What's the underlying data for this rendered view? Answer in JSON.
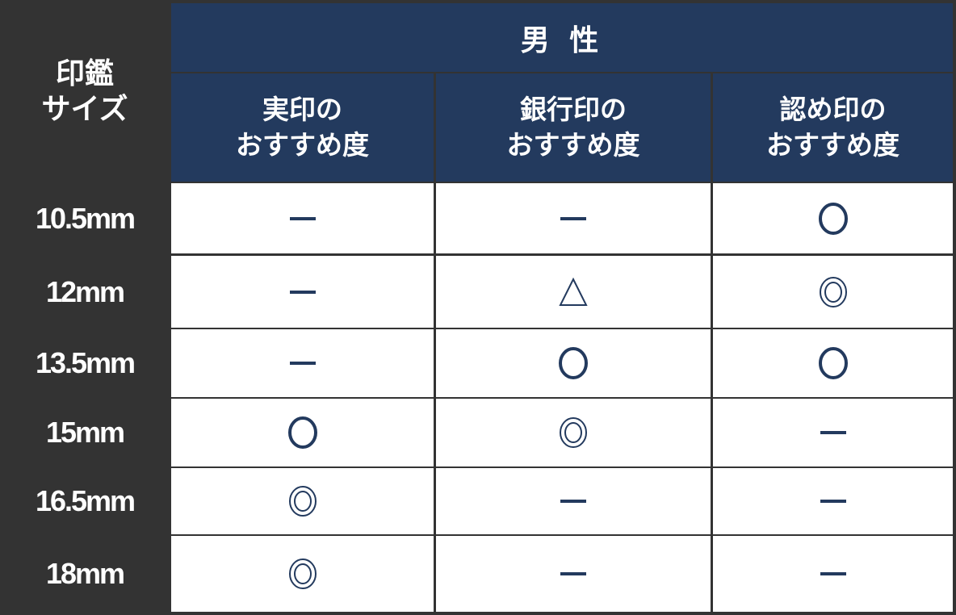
{
  "table": {
    "corner_header": [
      "印鑑",
      "サイズ"
    ],
    "group_header": "男 性",
    "columns": [
      {
        "line1": "実印の",
        "line2": "おすすめ度"
      },
      {
        "line1": "銀行印の",
        "line2": "おすすめ度"
      },
      {
        "line1": "認め印の",
        "line2": "おすすめ度"
      }
    ],
    "rows": [
      {
        "size": "10.5mm",
        "values": [
          "dash",
          "dash",
          "circle"
        ]
      },
      {
        "size": "12mm",
        "values": [
          "dash",
          "triangle",
          "double-circle"
        ]
      },
      {
        "size": "13.5mm",
        "values": [
          "dash",
          "circle",
          "circle"
        ]
      },
      {
        "size": "15mm",
        "values": [
          "circle",
          "double-circle",
          "dash"
        ]
      },
      {
        "size": "16.5mm",
        "values": [
          "double-circle",
          "dash",
          "dash"
        ]
      },
      {
        "size": "18mm",
        "values": [
          "double-circle",
          "dash",
          "dash"
        ]
      }
    ],
    "symbol_legend": {
      "double-circle": "◎",
      "circle": "○",
      "triangle": "△",
      "dash": "ー"
    },
    "colors": {
      "header_navy": "#233a5e",
      "label_dark": "#333333",
      "symbol": "#233a5e",
      "body_bg": "#ffffff"
    }
  }
}
